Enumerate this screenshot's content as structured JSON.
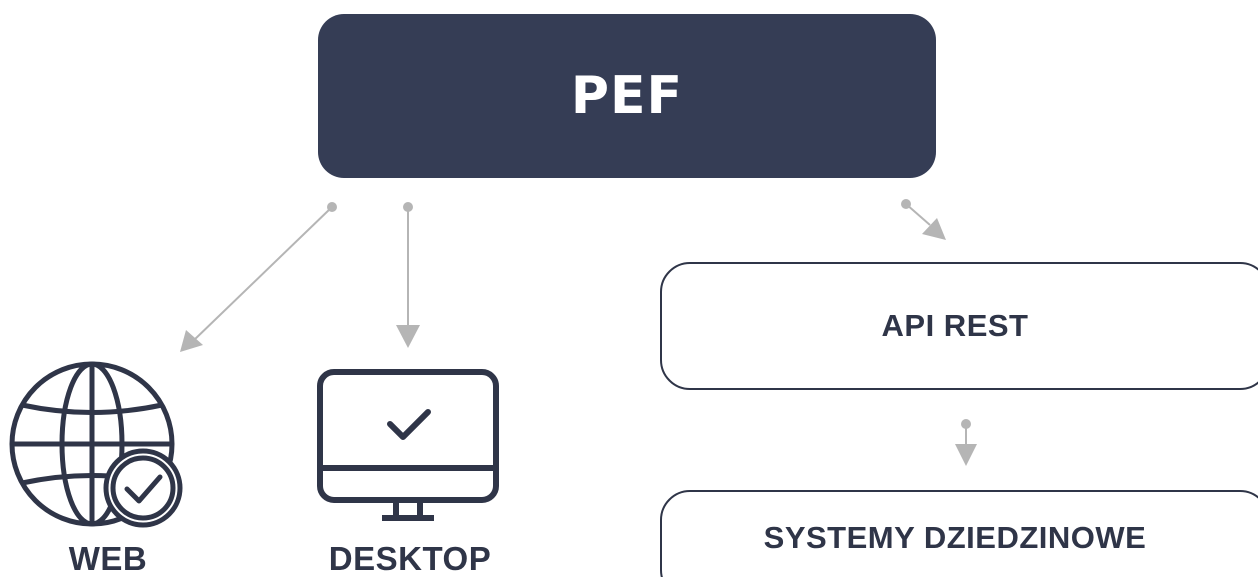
{
  "main_node": {
    "label": "PEF"
  },
  "right_nodes": [
    {
      "label": "API REST"
    },
    {
      "label": "SYSTEMY DZIEDZINOWE"
    }
  ],
  "clients": [
    {
      "label": "WEB",
      "icon": "globe-check-icon"
    },
    {
      "label": "DESKTOP",
      "icon": "monitor-check-icon"
    }
  ],
  "colors": {
    "primary_box": "#353d55",
    "outline": "#2f3548",
    "connector": "#b5b5b5",
    "background": "#ffffff"
  }
}
